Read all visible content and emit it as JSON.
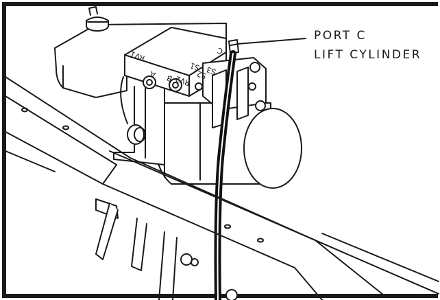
{
  "callout": {
    "line1": "PORT C",
    "line2": "LIFT CYLINDER"
  },
  "valve_markings": {
    "rv1": "RV1",
    "a": "A",
    "b": "B",
    "rv2": "RV2",
    "s1": "S1",
    "s2": "S2",
    "s3": "S3",
    "c": "C"
  },
  "colors": {
    "ink": "#1a1a1a",
    "paper": "#ffffff",
    "hose": "#111111"
  }
}
